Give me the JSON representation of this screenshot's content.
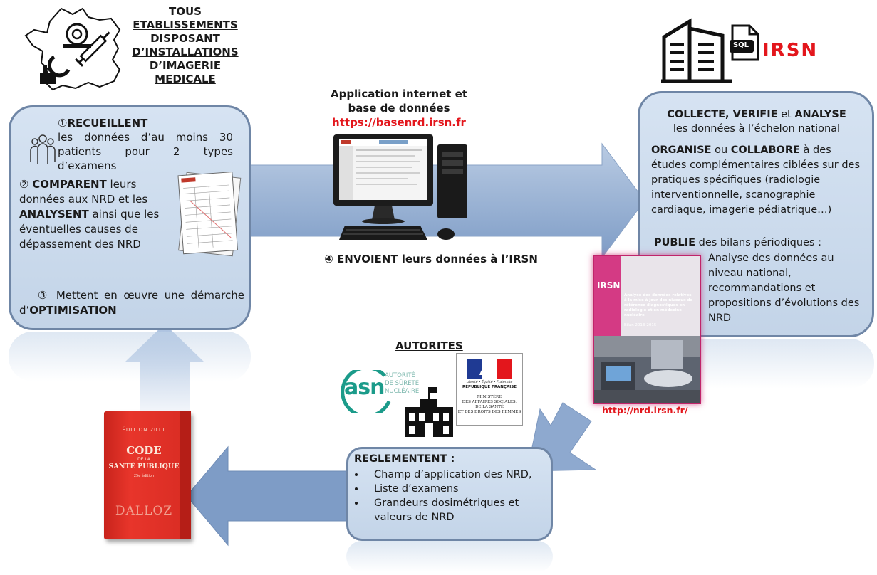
{
  "top_left": {
    "heading": [
      "TOUS",
      "ETABLISSEMENTS",
      "DISPOSANT",
      "D’INSTALLATIONS",
      "D’IMAGERIE",
      "MEDICALE"
    ]
  },
  "left_box": {
    "step1_marker": "①",
    "step1_verb": "RECUEILLENT",
    "step1_text": "les données d’au moins 30 patients pour 2 types d’examens",
    "step2_marker": "②",
    "step2_verb1": "COMPARENT",
    "step2_text1": "leurs données aux NRD et les",
    "step2_verb2": "ANALYSENT",
    "step2_text2": "ainsi que les éventuelles causes de dépassement des NRD",
    "step3_marker": "③",
    "step3_text": "Mettent en œuvre une démarche d’",
    "step3_verb": "OPTIMISATION"
  },
  "center": {
    "app_title_line1": "Application internet et",
    "app_title_line2": "base de données",
    "app_url": "https://basenrd.irsn.fr",
    "step4_marker": "④",
    "step4_text": "ENVOIENT leurs données à l’IRSN"
  },
  "irsn_logo": {
    "sql_label": "SQL",
    "brand": "IRSN"
  },
  "right_box": {
    "line1_a": "COLLECTE, VERIFIE",
    "line1_b": "et",
    "line1_c": "ANALYSE",
    "line2": "les données à l’échelon national",
    "org_a": "ORGANISE",
    "org_b": "ou",
    "org_c": "COLLABORE",
    "org_text": "à des études complémentaires ciblées sur des pratiques spécifiques (radiologie interventionnelle, scanographie cardiaque, imagerie pédiatrique…)",
    "pub_verb": "PUBLIE",
    "pub_text": "des bilans périodiques :",
    "pub_detail": "Analyse des données au niveau national, recommandations et propositions d’évolutions des NRD"
  },
  "report": {
    "brand": "IRSN",
    "title": "Analyse des données relatives à la mise à jour des niveaux de référence diagnostiques en radiologie et en médecine nucléaire",
    "subtitle": "Bilan 2013-2015",
    "url": "http://nrd.irsn.fr/"
  },
  "authorities": {
    "heading": "AUTORITES",
    "asn_short": "asn",
    "asn_long": [
      "AUTORITÉ",
      "DE SÛRETÉ",
      "NUCLÉAIRE"
    ],
    "rf_motto": "Liberté • Égalité • Fraternité",
    "rf_name": "RÉPUBLIQUE FRANÇAISE",
    "ministry": [
      "MINISTÈRE",
      "DES AFFAIRES SOCIALES,",
      "DE LA SANTÉ",
      "ET DES DROITS DES FEMMES"
    ]
  },
  "bottom_box": {
    "heading": "REGLEMENTENT :",
    "items": [
      "Champ d’application des NRD,",
      "Liste d’examens",
      "Grandeurs dosimétriques et valeurs de NRD"
    ]
  },
  "book": {
    "edition": "ÉDITION 2011",
    "title1": "CODE",
    "title2": "DE LA",
    "title3": "SANTÉ PUBLIQUE",
    "sub": "25e édition",
    "publisher": "DALLOZ"
  }
}
